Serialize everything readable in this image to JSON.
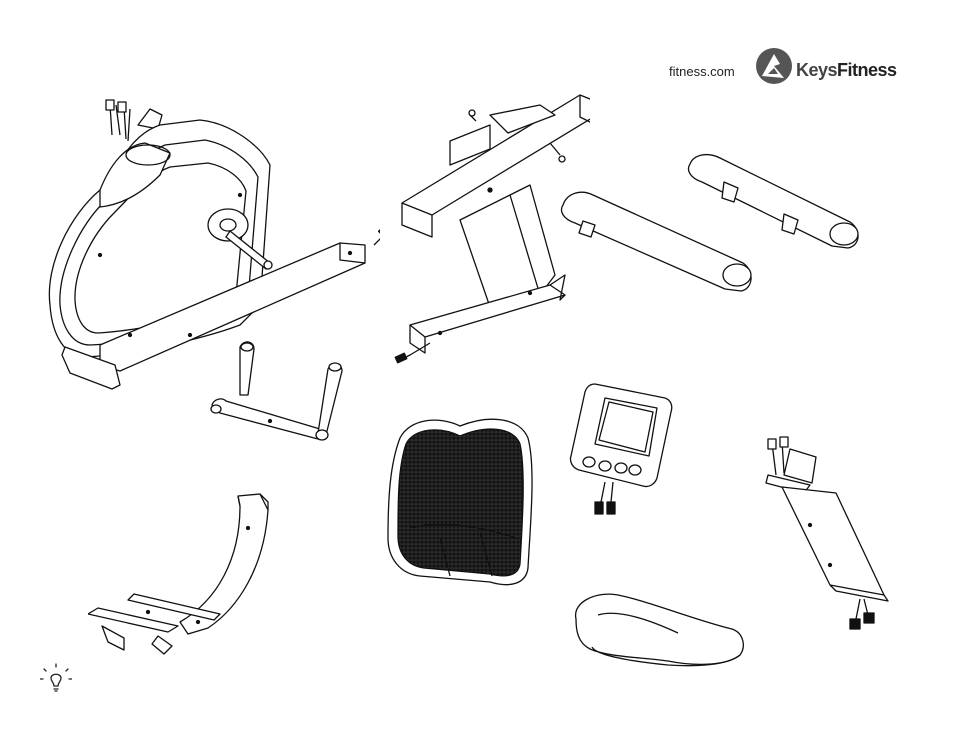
{
  "header": {
    "site": "fitness.com",
    "brand_prefix": "Keys",
    "brand_suffix": "Fitness"
  },
  "parts": [
    {
      "name": "main-frame-shroud"
    },
    {
      "name": "rear-frame-stabilizer"
    },
    {
      "name": "left-handlebar-grip"
    },
    {
      "name": "right-handlebar-grip"
    },
    {
      "name": "pedal-crank-assembly"
    },
    {
      "name": "seat-support-bracket"
    },
    {
      "name": "mesh-seat-back"
    },
    {
      "name": "console"
    },
    {
      "name": "seat-rail"
    },
    {
      "name": "seat-cushion"
    }
  ],
  "icons": {
    "hint": "lightbulb-icon",
    "logo": "keys-fitness-logo"
  }
}
